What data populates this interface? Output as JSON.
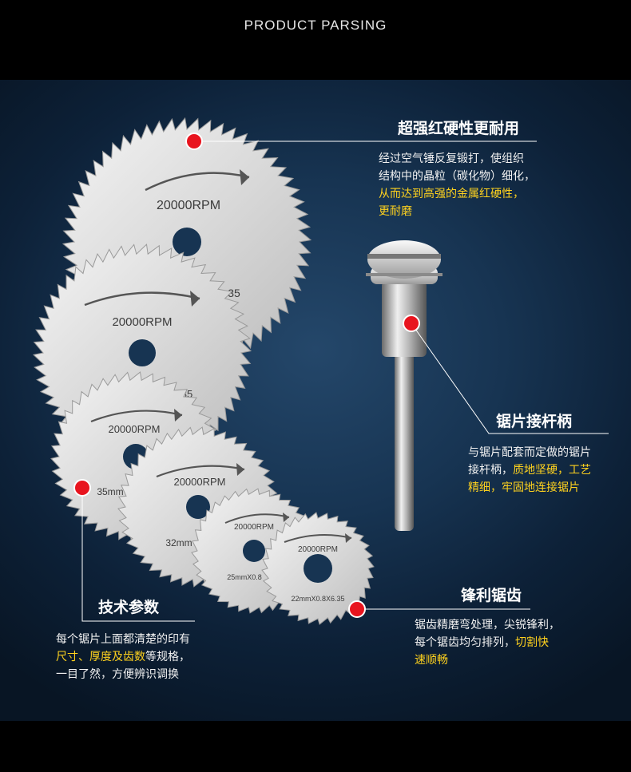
{
  "header": {
    "subtitle": "PRODUCT PARSING"
  },
  "blades": [
    {
      "rpm": "20000RPM",
      "size": "35"
    },
    {
      "rpm": "20000RPM",
      "size": "35"
    },
    {
      "rpm": "20000RPM",
      "size": "35mm"
    },
    {
      "rpm": "20000RPM",
      "size": "32mm"
    },
    {
      "rpm": "20000RPM",
      "size": "25mmX0.8"
    },
    {
      "rpm": "20000RPM",
      "size": "22mmX0.8X6.35"
    }
  ],
  "callouts": {
    "hardness": {
      "title": "超强红硬性更耐用",
      "line1": "经过空气锤反复锻打，使组织",
      "line2": "结构中的晶粒（碳化物）细化，",
      "line3_highlight": "从而达到高强的金属红硬性，",
      "line4_highlight": "更耐磨"
    },
    "mandrel": {
      "title": "锯片接杆柄",
      "line1": "与锯片配套而定做的锯片",
      "line2_plain": "接杆柄，",
      "line2_highlight": "质地坚硬，工艺",
      "line3_highlight": "精细，牢固地连接锯片"
    },
    "specs": {
      "title": "技术参数",
      "line1": "每个锯片上面都清楚的印有",
      "line2_highlight": "尺寸、厚度及齿数",
      "line2_plain": "等规格，",
      "line3": "一目了然，方便辨识调换"
    },
    "teeth": {
      "title": "锋利锯齿",
      "line1": "锯齿精磨弯处理，尖锐锋利，",
      "line2_plain": "每个锯齿均匀排列，",
      "line2_highlight": "切割快",
      "line3_highlight": "速顺畅"
    }
  },
  "colors": {
    "marker": "#e8141e",
    "highlight": "#ffd21e",
    "line": "#ffffff"
  }
}
